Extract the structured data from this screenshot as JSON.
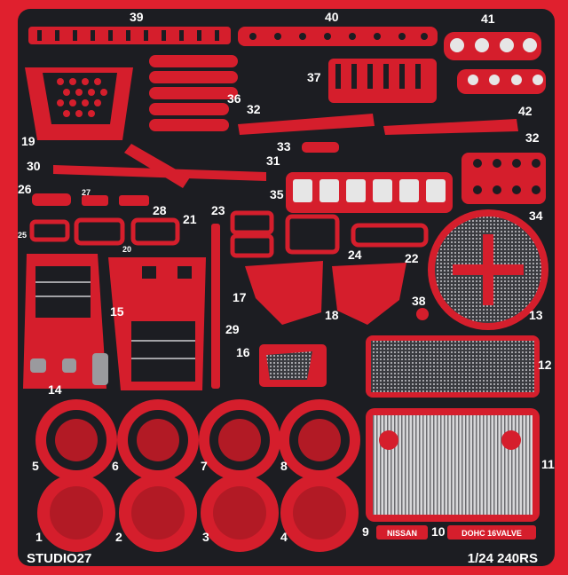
{
  "colors": {
    "background": "#e0202e",
    "panel": "#1c1d22",
    "fret": "#d51e2c",
    "mesh": "#9a9a9e",
    "window": "#e6e6e6"
  },
  "brand": {
    "maker": "STUDIO27",
    "scale_model": "1/24 240RS"
  },
  "embossed_text": {
    "part_9": "NISSAN",
    "part_10": "DOHC 16VALVE"
  },
  "part_numbers": [
    "1",
    "2",
    "3",
    "4",
    "5",
    "6",
    "7",
    "8",
    "9",
    "10",
    "11",
    "12",
    "13",
    "14",
    "15",
    "16",
    "17",
    "18",
    "19",
    "20",
    "21",
    "22",
    "23",
    "24",
    "25",
    "26",
    "27",
    "28",
    "29",
    "30",
    "31",
    "32",
    "32",
    "33",
    "34",
    "35",
    "36",
    "37",
    "38",
    "39",
    "40",
    "41",
    "42"
  ]
}
